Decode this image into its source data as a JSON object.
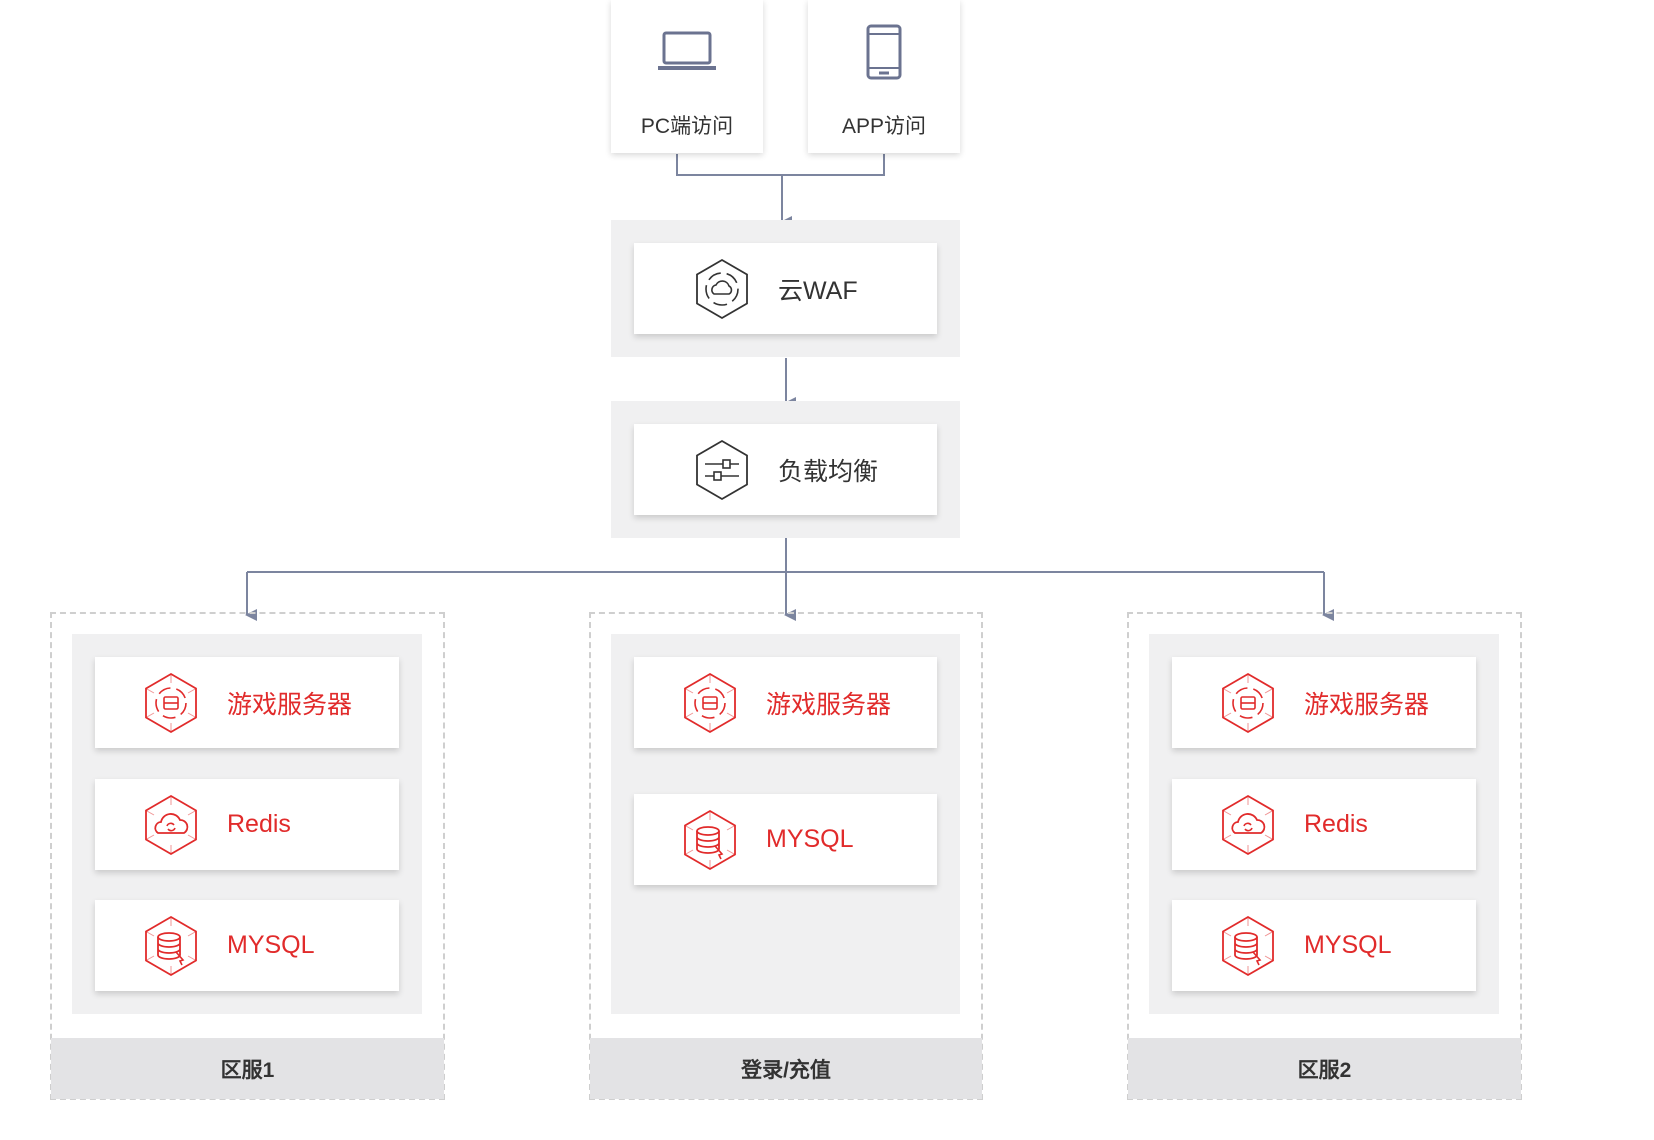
{
  "access": {
    "pc": {
      "label": "PC端访问",
      "icon": "laptop-icon"
    },
    "app": {
      "label": "APP访问",
      "icon": "phone-icon"
    }
  },
  "waf": {
    "label": "云WAF",
    "icon": "cloud-security-icon"
  },
  "lb": {
    "label": "负载均衡",
    "icon": "load-balancer-icon"
  },
  "zones": [
    {
      "footer": "区服1",
      "items": [
        {
          "label": "游戏服务器",
          "icon": "server-icon"
        },
        {
          "label": "Redis",
          "icon": "redis-cloud-icon"
        },
        {
          "label": "MYSQL",
          "icon": "database-icon"
        }
      ]
    },
    {
      "footer": "登录/充值",
      "items": [
        {
          "label": "游戏服务器",
          "icon": "server-icon"
        },
        {
          "label": "MYSQL",
          "icon": "database-icon"
        }
      ]
    },
    {
      "footer": "区服2",
      "items": [
        {
          "label": "游戏服务器",
          "icon": "server-icon"
        },
        {
          "label": "Redis",
          "icon": "redis-cloud-icon"
        },
        {
          "label": "MYSQL",
          "icon": "database-icon"
        }
      ]
    }
  ],
  "colors": {
    "accent": "#e12b2b",
    "connector": "#7c859f",
    "panel": "#f0f0f1",
    "footer": "#e3e3e5"
  }
}
